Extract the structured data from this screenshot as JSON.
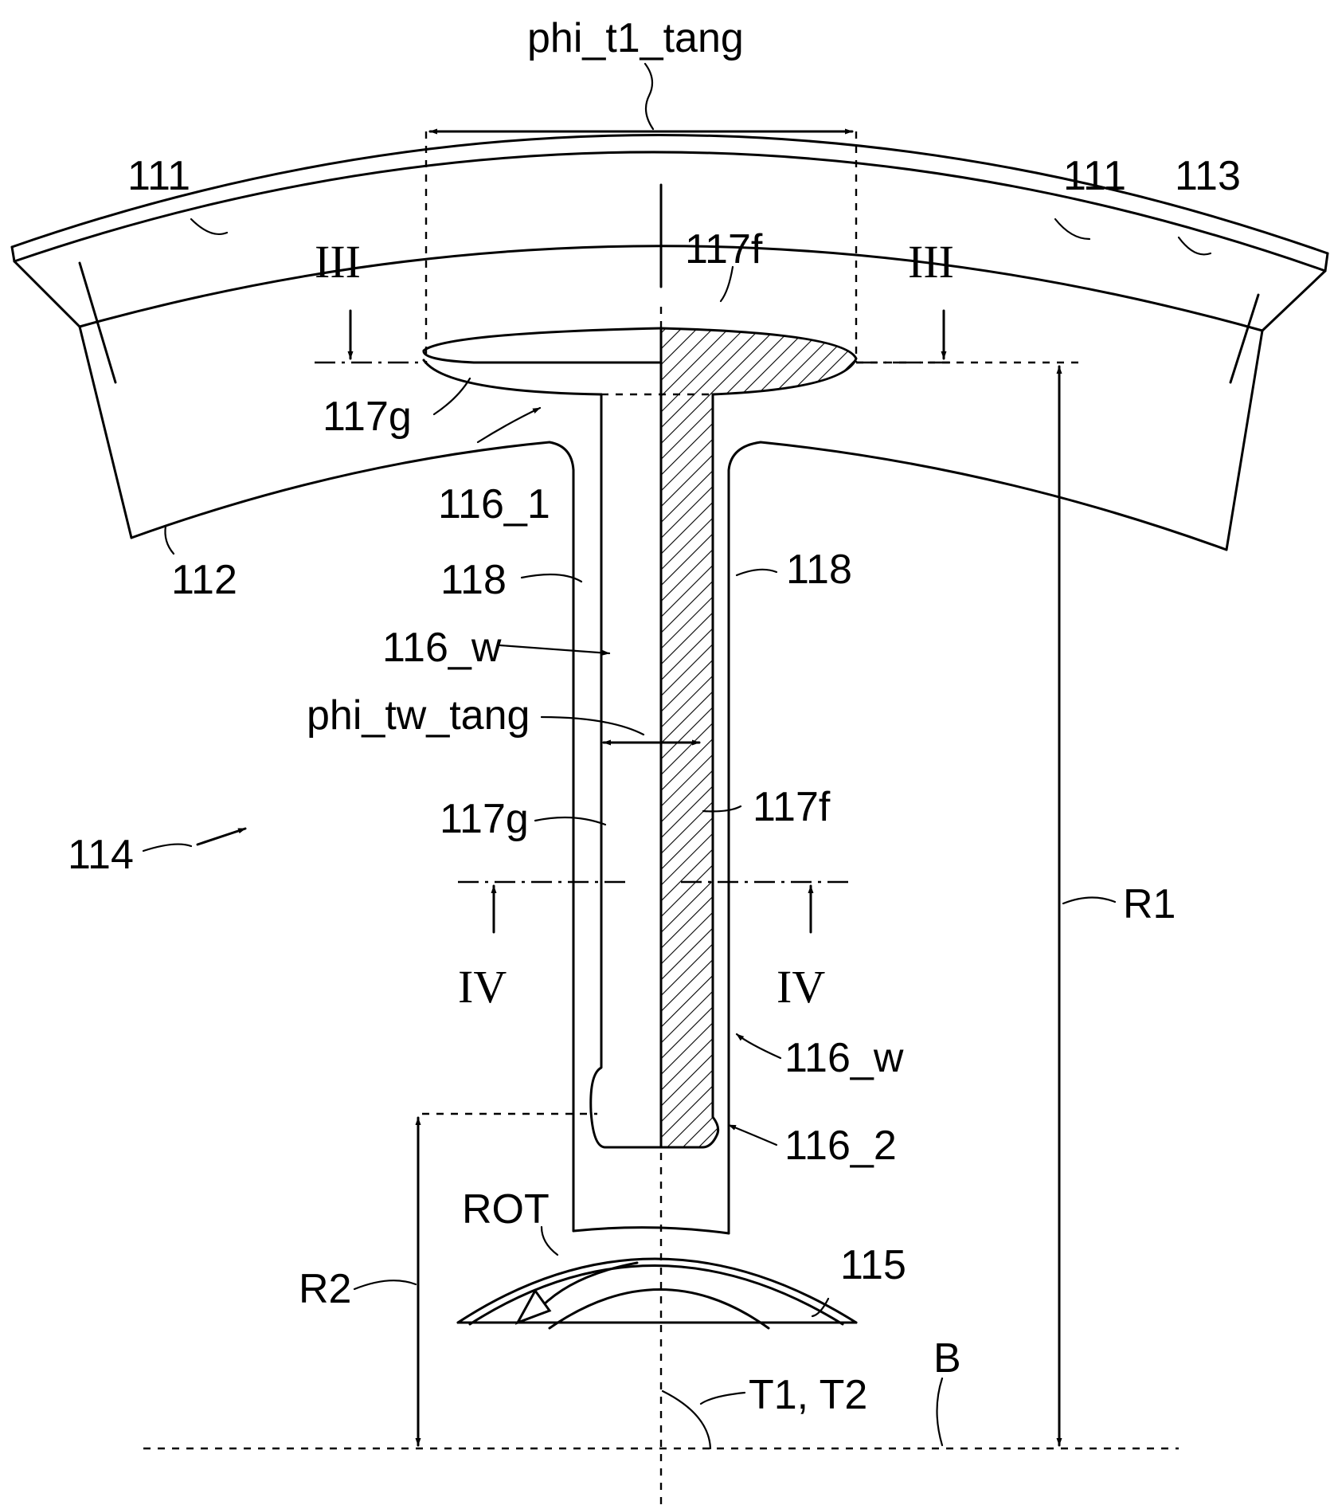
{
  "figure": {
    "labels": {
      "phi_t1_tang": "phi_t1_tang",
      "l111_left": "111",
      "l111_right": "111",
      "l113": "113",
      "l117f_top": "117f",
      "l117g_top": "117g",
      "l116_1": "116_1",
      "l112": "112",
      "l118_left": "118",
      "l118_right": "118",
      "l116_w_upper": "116_w",
      "phi_tw_tang": "phi_tw_tang",
      "l117g_mid": "117g",
      "l117f_mid": "117f",
      "l114": "114",
      "R1": "R1",
      "l116_w_lower": "116_w",
      "l116_2": "116_2",
      "ROT": "ROT",
      "l115": "115",
      "R2": "R2",
      "B": "B",
      "T1T2": "T1, T2"
    },
    "section_marks": {
      "III_left": "III",
      "III_right": "III",
      "IV_left": "IV",
      "IV_right": "IV"
    }
  }
}
